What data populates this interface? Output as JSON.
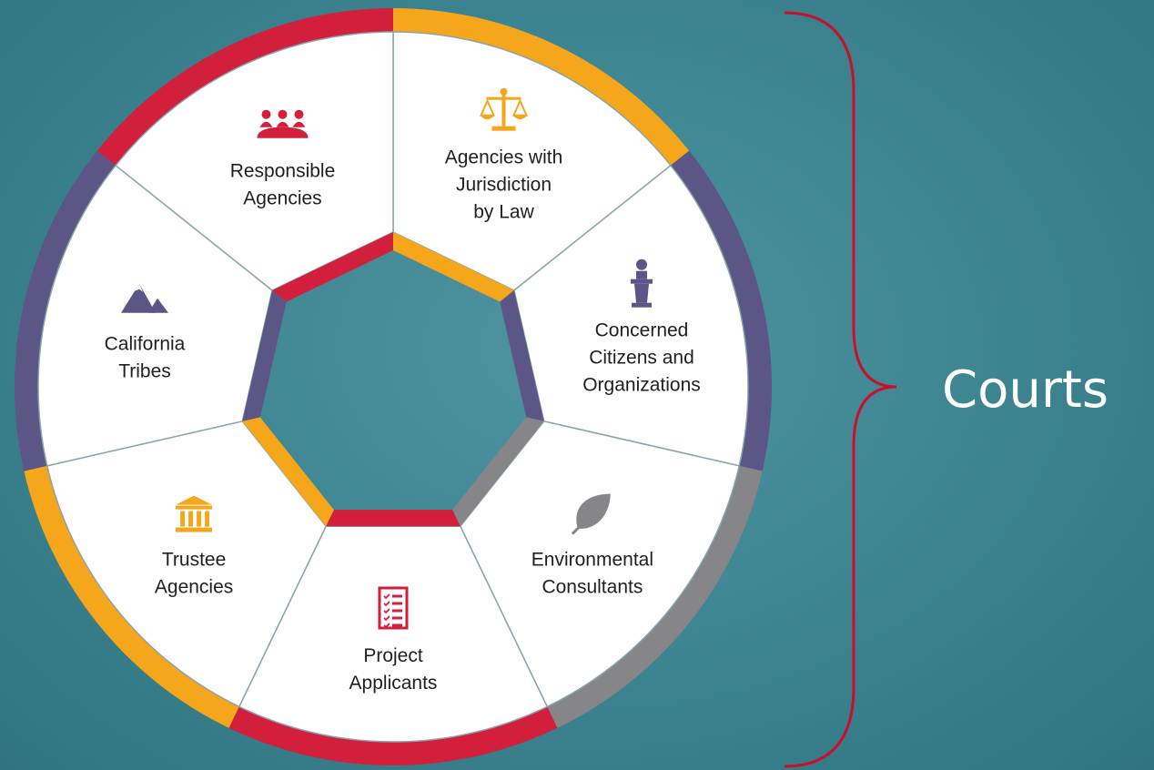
{
  "segments": [
    {
      "id": "agencies-jurisdiction",
      "lines": [
        "Agencies with",
        "Jurisdiction",
        "by Law"
      ],
      "icon": "scales-icon",
      "color": "#f5a61a"
    },
    {
      "id": "concerned-citizens",
      "lines": [
        "Concerned",
        "Citizens and",
        "Organizations"
      ],
      "icon": "podium-speaker-icon",
      "color": "#5b5685"
    },
    {
      "id": "environmental-consultants",
      "lines": [
        "Environmental",
        "Consultants"
      ],
      "icon": "leaf-icon",
      "color": "#868689"
    },
    {
      "id": "project-applicants",
      "lines": [
        "Project",
        "Applicants"
      ],
      "icon": "checklist-icon",
      "color": "#d21f3c"
    },
    {
      "id": "trustee-agencies",
      "lines": [
        "Trustee",
        "Agencies"
      ],
      "icon": "government-building-icon",
      "color": "#f5a61a"
    },
    {
      "id": "california-tribes",
      "lines": [
        "California",
        "Tribes"
      ],
      "icon": "mountains-icon",
      "color": "#5b5685"
    },
    {
      "id": "responsible-agencies",
      "lines": [
        "Responsible",
        "Agencies"
      ],
      "icon": "meeting-group-icon",
      "color": "#d21f3c"
    }
  ],
  "courts": {
    "label": "Courts",
    "brace_color": "#c8102e"
  },
  "colors": {
    "segment_fill": "#ffffff",
    "divider": "#8aa4ab",
    "background": "#3f8793"
  }
}
